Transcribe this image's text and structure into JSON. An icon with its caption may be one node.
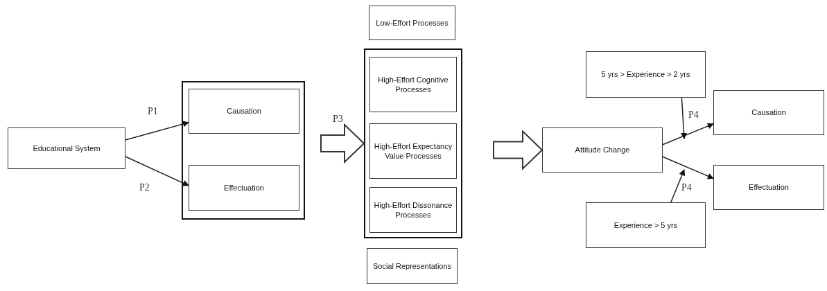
{
  "diagram": {
    "nodes": [
      {
        "text": [
          "Educational System"
        ]
      },
      {
        "text": [],
        "shape": "box"
      },
      {
        "text": [
          "Causation"
        ],
        "in": 1
      },
      {
        "text": [
          "Effectuation"
        ],
        "in": 1
      },
      {
        "text": [
          "Low-Effort Processes"
        ]
      },
      {
        "text": [],
        "shape": "box"
      },
      {
        "text": [
          "High-Effort Cognitive Processes"
        ],
        "in": 5
      },
      {
        "text": [
          "High-Effort Expectancy Value Processes"
        ],
        "in": 5
      },
      {
        "text": [
          "High-Effort Dissonance Processes"
        ],
        "in": 5
      },
      {
        "text": [
          "Social Representations"
        ]
      },
      {
        "text": [
          "5 yrs > Experience > 2 yrs"
        ]
      },
      {
        "text": [
          "Attitude Change"
        ]
      },
      {
        "text": [
          "Causation"
        ]
      },
      {
        "text": [
          "Effectuation"
        ]
      },
      {
        "text": [
          "Experience > 5 yrs"
        ]
      }
    ],
    "edges": [
      {
        "from": 0,
        "to": 2,
        "arrow": "to",
        "label": "P1"
      },
      {
        "from": 0,
        "to": 3,
        "arrow": "to",
        "label": "P2"
      },
      {
        "from": 1,
        "to": 5,
        "arrow": "to",
        "label": "P3",
        "style": "thick"
      },
      {
        "from": 5,
        "to": 11,
        "arrow": "to",
        "style": "thick"
      },
      {
        "from": 11,
        "to": 12,
        "arrow": "to"
      },
      {
        "from": 11,
        "to": 13,
        "arrow": "to"
      },
      {
        "from": 10,
        "to": null,
        "arrow": "to",
        "label": "P4"
      },
      {
        "from": 14,
        "to": null,
        "arrow": "to",
        "label": "P4"
      }
    ]
  }
}
